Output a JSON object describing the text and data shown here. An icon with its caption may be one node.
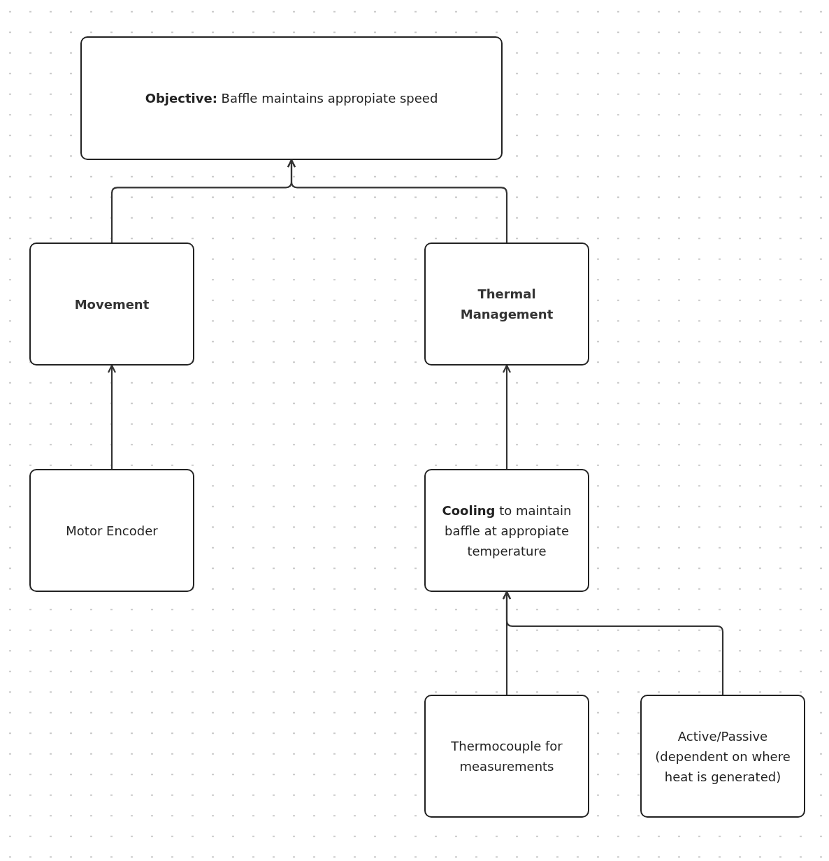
{
  "diagram": {
    "nodes": [
      {
        "text": [
          "**Objective:** Baffle maintains appropiate speed"
        ]
      },
      {
        "text": [
          "Movement"
        ]
      },
      {
        "text": [
          "Thermal Management"
        ]
      },
      {
        "text": [
          "Motor Encoder"
        ]
      },
      {
        "text": [
          "**Cooling** to maintain baffle at appropiate temperature"
        ]
      },
      {
        "text": [
          "Thermocouple for measurements"
        ]
      },
      {
        "text": [
          "Active/Passive (dependent on where heat is generated)"
        ]
      }
    ],
    "edges": [
      {
        "from": 1,
        "to": 0,
        "arrow": "to"
      },
      {
        "from": 2,
        "to": 0,
        "arrow": "to"
      },
      {
        "from": 3,
        "to": 1,
        "arrow": "to"
      },
      {
        "from": 4,
        "to": 2,
        "arrow": "to"
      },
      {
        "from": 5,
        "to": 4,
        "arrow": "to"
      },
      {
        "from": 6,
        "to": 4,
        "arrow": "to"
      }
    ]
  }
}
